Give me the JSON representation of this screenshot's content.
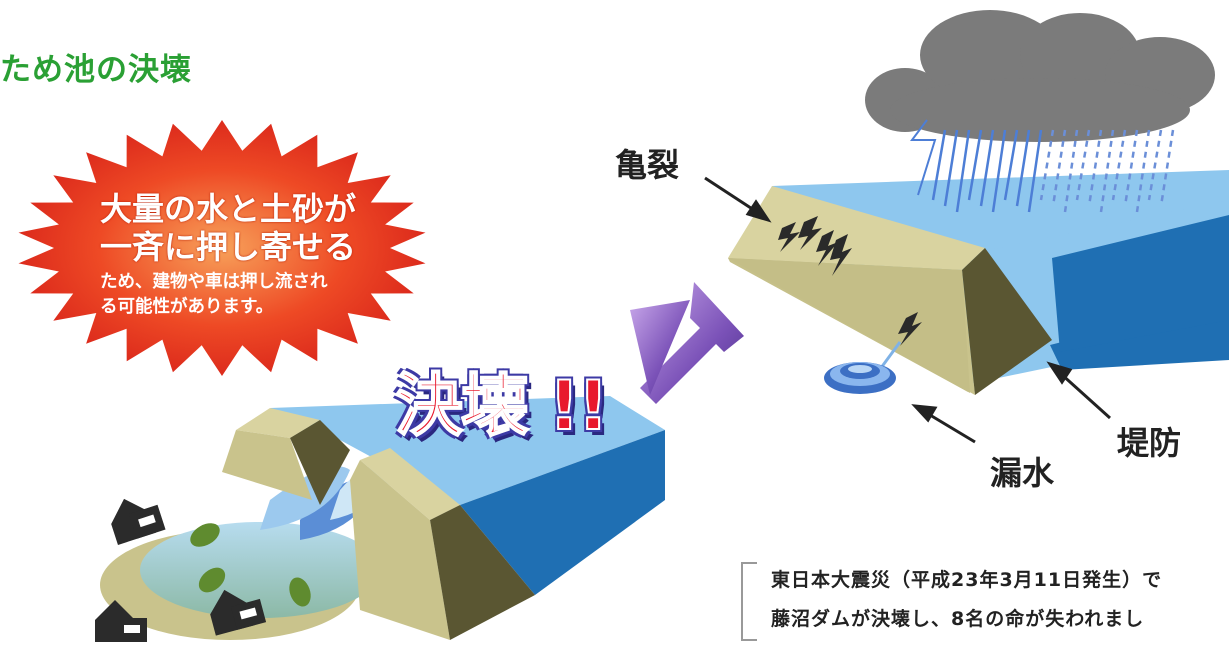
{
  "title": "ため池の決壊",
  "burst": {
    "headline_line1": "大量の水と土砂が",
    "headline_line2": "一斉に押し寄せる",
    "detail_line1": "ため、建物や車は押し流され",
    "detail_line2": "る可能性があります。"
  },
  "collapse_label": "決壊 !!",
  "labels": {
    "crack": "亀裂",
    "leak": "漏水",
    "dike": "堤防"
  },
  "note": {
    "line1": "東日本大震災（平成23年3月11日発生）で",
    "line2": "藤沼ダムが決壊し、8名の命が失われまし"
  },
  "colors": {
    "title_green": "#2aa034",
    "burst_red": "#e8321b",
    "water_top": "#8ec7ee",
    "water_side": "#1f6fb3",
    "embankment": "#c9c38c",
    "embankment_dark": "#5a5632",
    "cloud": "#7b7b7b",
    "arrow_purple": "#7b52b8"
  }
}
